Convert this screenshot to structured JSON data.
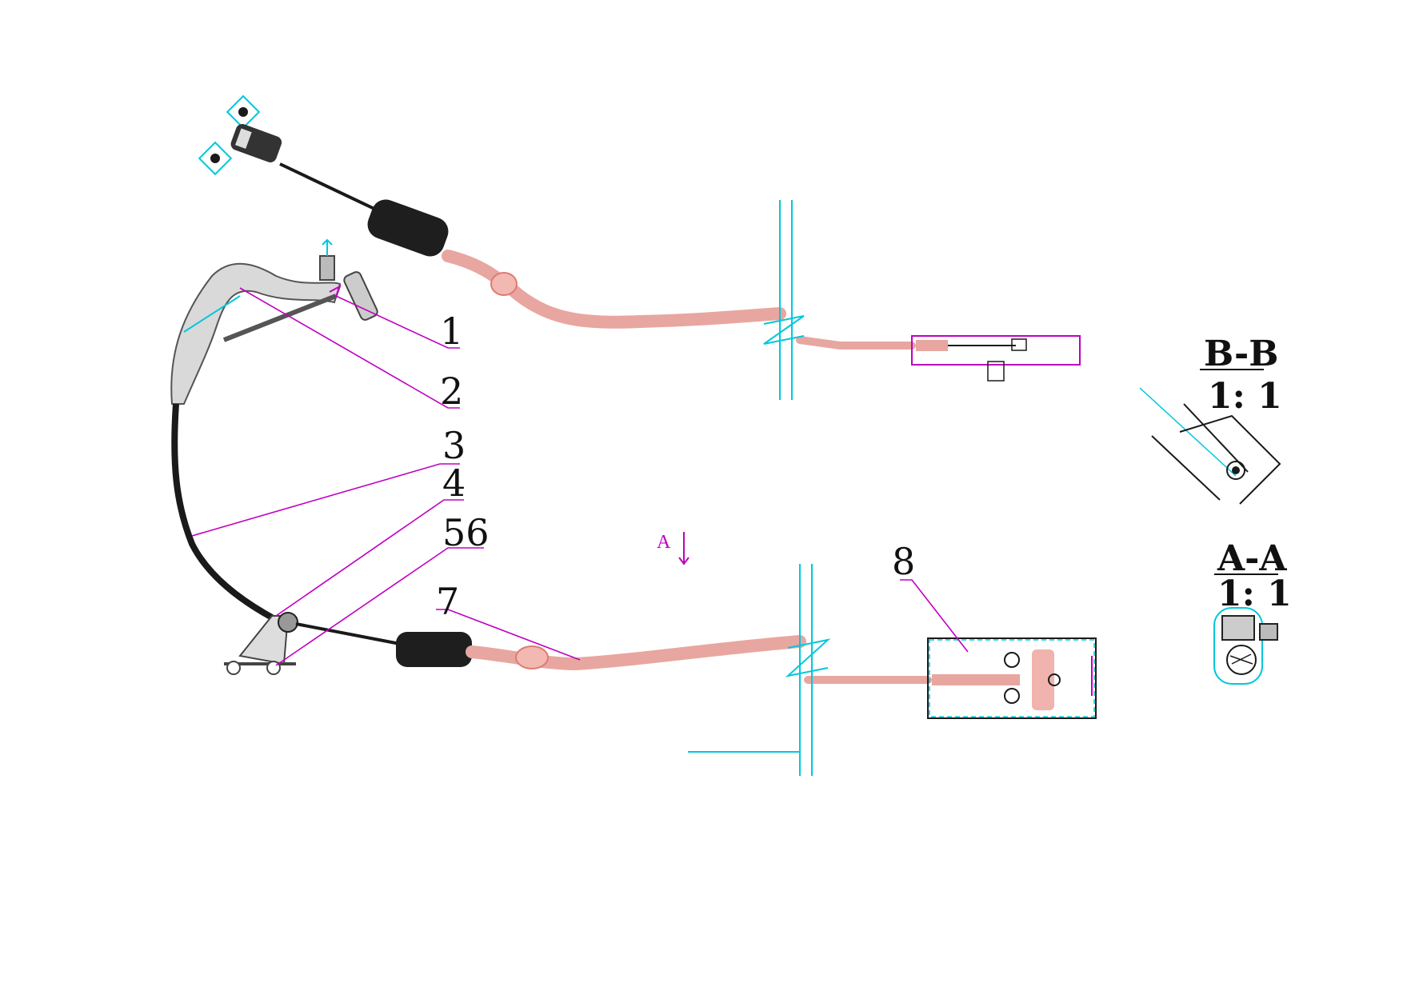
{
  "callouts": [
    {
      "id": "1",
      "text": "1"
    },
    {
      "id": "2",
      "text": "2"
    },
    {
      "id": "3",
      "text": "3"
    },
    {
      "id": "4",
      "text": "4"
    },
    {
      "id": "56",
      "text": "56"
    },
    {
      "id": "7",
      "text": "7"
    },
    {
      "id": "8",
      "text": "8"
    }
  ],
  "section_bb": {
    "title": "B-B",
    "scale": "1: 1"
  },
  "section_aa": {
    "title": "A-A",
    "scale": "1: 1"
  },
  "view_marker": {
    "text": "A"
  },
  "colors": {
    "cable_sleeve": "#e8a6a0",
    "construction_lines": "#00c8dc",
    "leader_lines": "#c000c0",
    "outline": "#1a1a1a",
    "background": "#ffffff"
  }
}
